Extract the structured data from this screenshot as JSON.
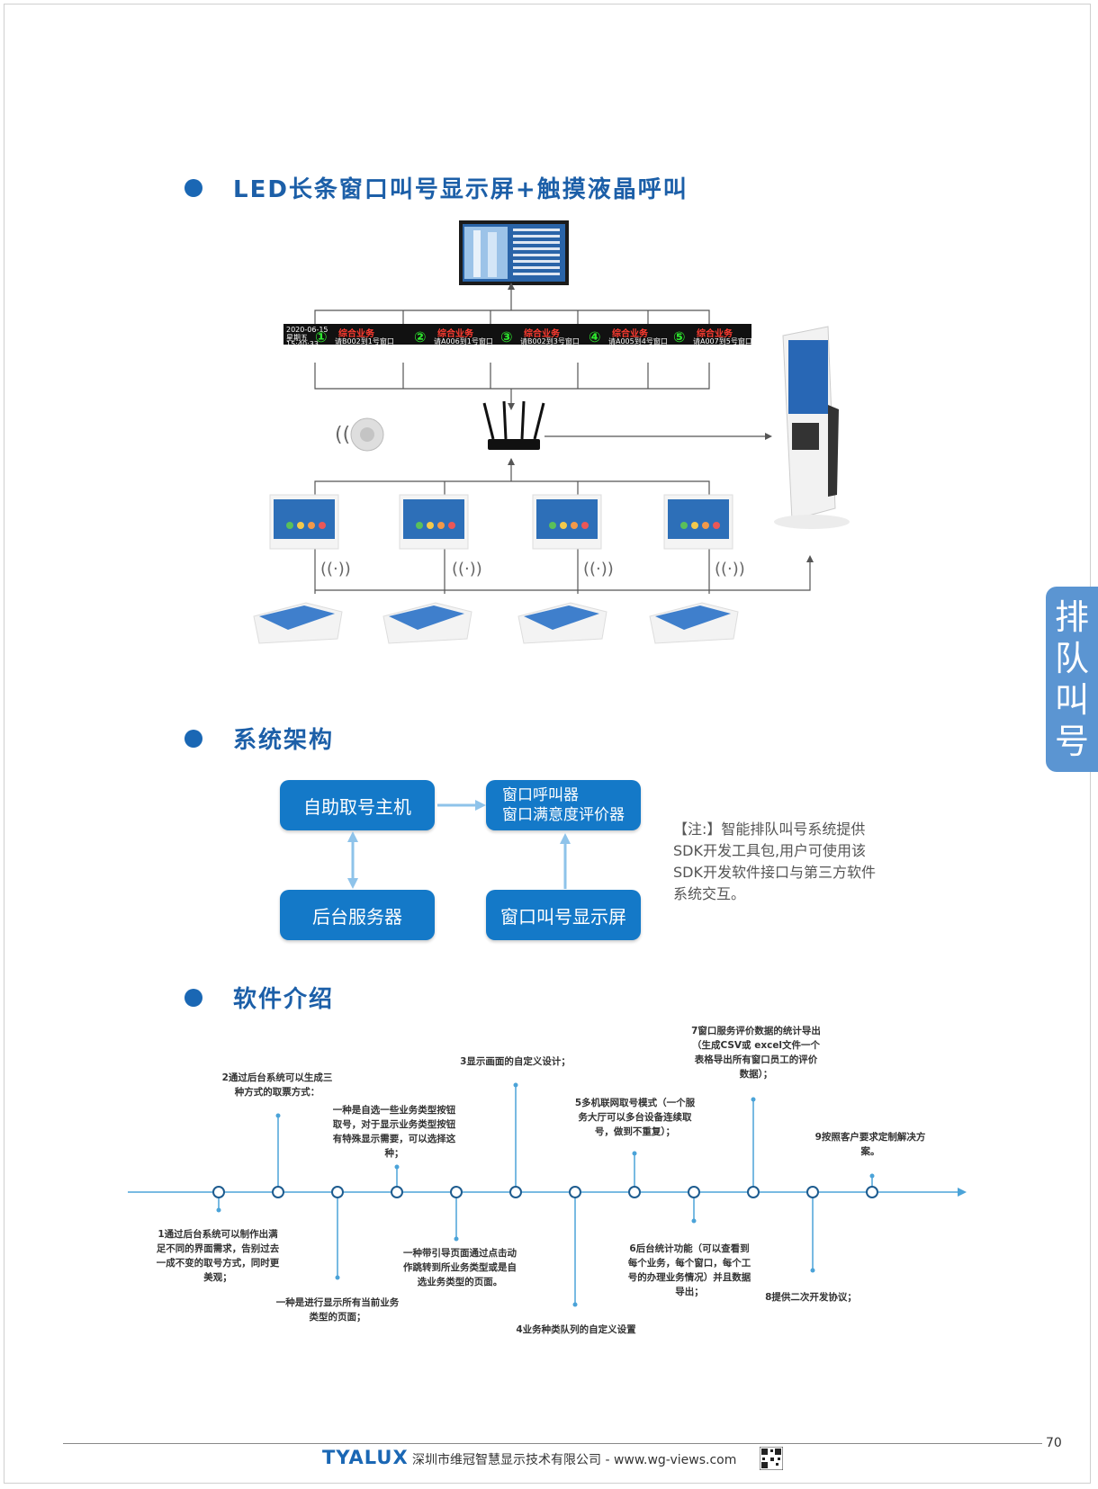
{
  "sections": {
    "led_title": "LED长条窗口叫号显示屏+触摸液晶呼叫",
    "arch_title": "系统架构",
    "software_title": "软件介绍"
  },
  "side_tab": [
    "排",
    "队",
    "叫",
    "号"
  ],
  "led_bar": {
    "date": "2020-06-15",
    "weekday": "星期五",
    "time": "15:40:33",
    "items": [
      {
        "num": "①",
        "title": "综合业务",
        "call": "请B002到1号窗口"
      },
      {
        "num": "②",
        "title": "综合业务",
        "call": "请A006到1号窗口"
      },
      {
        "num": "③",
        "title": "综合业务",
        "call": "请B002到3号窗口"
      },
      {
        "num": "④",
        "title": "综合业务",
        "call": "请A005到4号窗口"
      },
      {
        "num": "⑤",
        "title": "综合业务",
        "call": "请A007到5号窗口"
      }
    ]
  },
  "architecture": {
    "box_kiosk": "自助取号主机",
    "box_caller_line1": "窗口呼叫器",
    "box_caller_line2": "窗口满意度评价器",
    "box_server": "后台服务器",
    "box_display": "窗口叫号显示屏",
    "note": "【注:】智能排队叫号系统提供SDK开发工具包,用户可使用该SDK开发软件接口与第三方软件系统交互。"
  },
  "timeline": {
    "t1": "1通过后台系统可以制作出满足不同的界面需求，告别过去一成不变的取号方式，同时更美观；",
    "t2": "2通过后台系统可以生成三种方式的取票方式：",
    "t2a": "一种是进行显示所有当前业务类型的页面；",
    "t2b": "一种是自选一些业务类型按钮取号，对于显示业务类型按钮有特殊显示需要，可以选择这种；",
    "t2c": "一种带引导页面通过点击动作跳转到所业务类型或是自选业务类型的页面。",
    "t3": "3显示画面的自定义设计；",
    "t4": "4业务种类队列的自定义设置",
    "t5": "5多机联网取号模式（一个服务大厅可以多台设备连续取号，做到不重复）；",
    "t6": "6后台统计功能（可以查看到每个业务，每个窗口，每个工号的办理业务情况）并且数据导出；",
    "t7": "7窗口服务评价数据的统计导出（生成CSV或 excel文件一个表格导出所有窗口员工的评价数据）；",
    "t8": "8提供二次开发协议；",
    "t9": "9按照客户要求定制解决方案。"
  },
  "footer": {
    "logo": "TYALUX",
    "company": "深圳市维冠智慧显示技术有限公司 -  www.wg-views.com",
    "page": "70"
  },
  "colors": {
    "accent": "#1a67b4",
    "box": "#1479c8",
    "timeline": "#4ba3d8"
  }
}
